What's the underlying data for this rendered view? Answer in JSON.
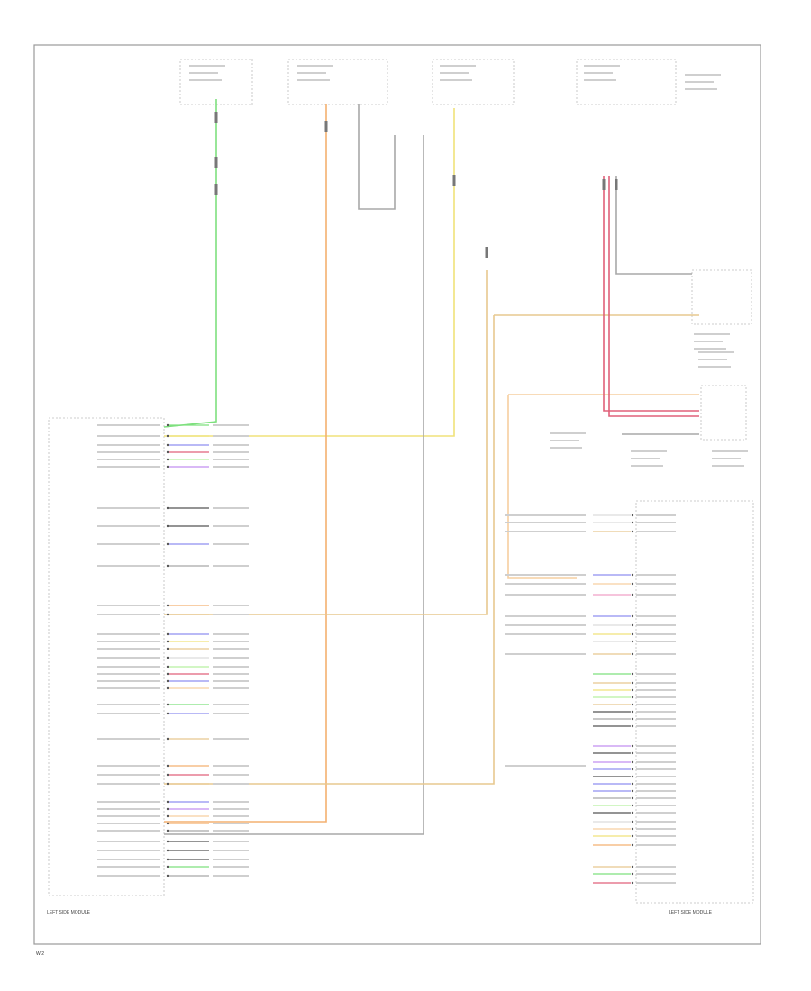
{
  "colors": {
    "green": "#7ee07e",
    "yellow": "#f0e27a",
    "orange": "#f4b070",
    "light_orange": "#f6cfa0",
    "tan": "#e7c88f",
    "red": "#e0607a",
    "gray": "#a8a8a8",
    "blue": "#8f8ff0",
    "violet": "#c28ff0",
    "pink": "#f0a0c8",
    "white": "#dcdcdc",
    "light_green": "#b6f0a0",
    "dark": "#555555"
  },
  "footer": {
    "left_module_caption": "LEFT SIDE MODULE",
    "right_module_caption": "LEFT SIDE MODULE",
    "diagram_code": "W-2"
  }
}
